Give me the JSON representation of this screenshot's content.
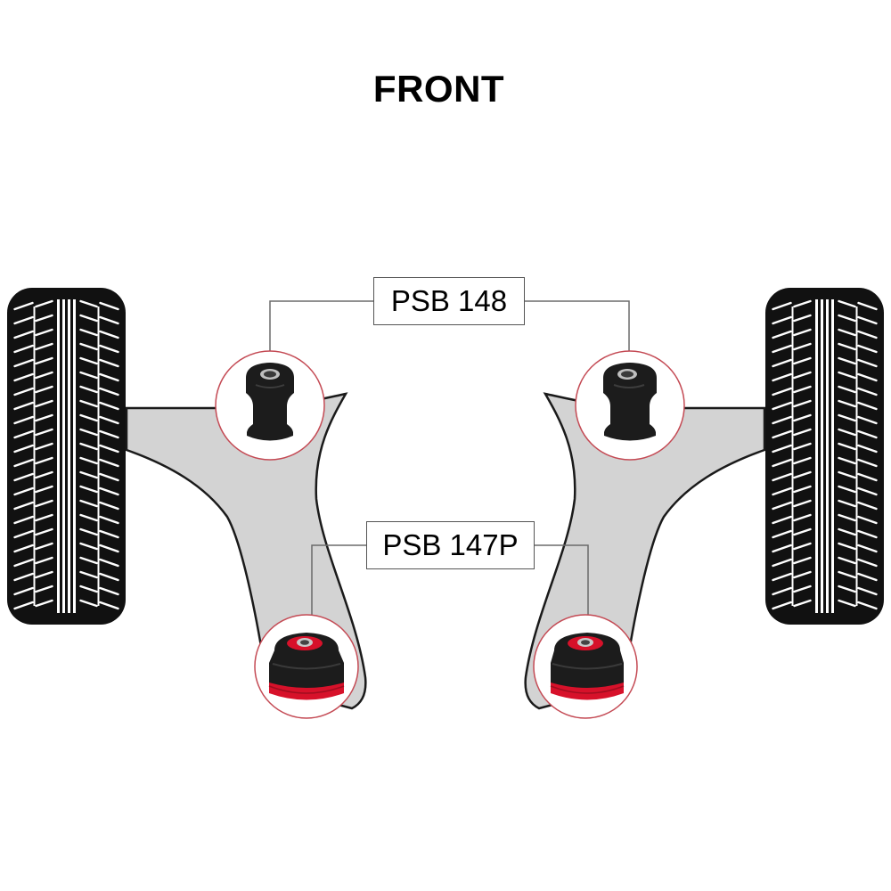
{
  "heading": "FRONT",
  "labels": {
    "upper_bush": "PSB 148",
    "lower_bush": "PSB 147P"
  },
  "colors": {
    "arm_fill": "#d3d3d3",
    "tyre": "#111111",
    "bush_black": "#1c1c1c",
    "bush_red": "#d7112a",
    "callout_ring": "#c44a54",
    "leader_line": "#6b6b6b"
  },
  "icons": {
    "wheel": "tyre-icon",
    "bush_plain": "black-bush-icon",
    "bush_red": "red-flanged-bush-icon"
  }
}
